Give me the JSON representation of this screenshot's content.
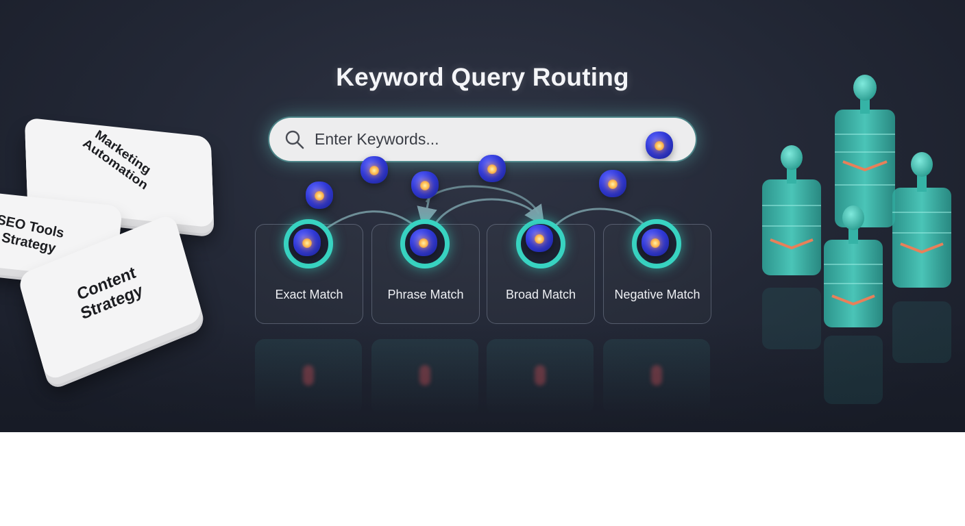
{
  "diagram": {
    "title": "Keyword Query Routing",
    "search": {
      "placeholder": "Enter Keywords...",
      "icon": "search-icon"
    },
    "match_types": [
      {
        "label": "Exact Match"
      },
      {
        "label": "Phrase Match"
      },
      {
        "label": "Broad Match"
      },
      {
        "label": "Negative Match"
      }
    ],
    "topic_cards": [
      {
        "line1": "Marketing",
        "line2": "Automation"
      },
      {
        "line1": "SEO Tools",
        "line2": "t Strategy"
      },
      {
        "line1": "Content",
        "line2": "Strategy"
      }
    ],
    "colors": {
      "background": "#232836",
      "accent_teal": "#38d3c1",
      "orb_blue": "#2f38d6",
      "orb_core": "#ffb347",
      "search_bar": "#ededee",
      "server_stripe": "#e8805a"
    }
  }
}
